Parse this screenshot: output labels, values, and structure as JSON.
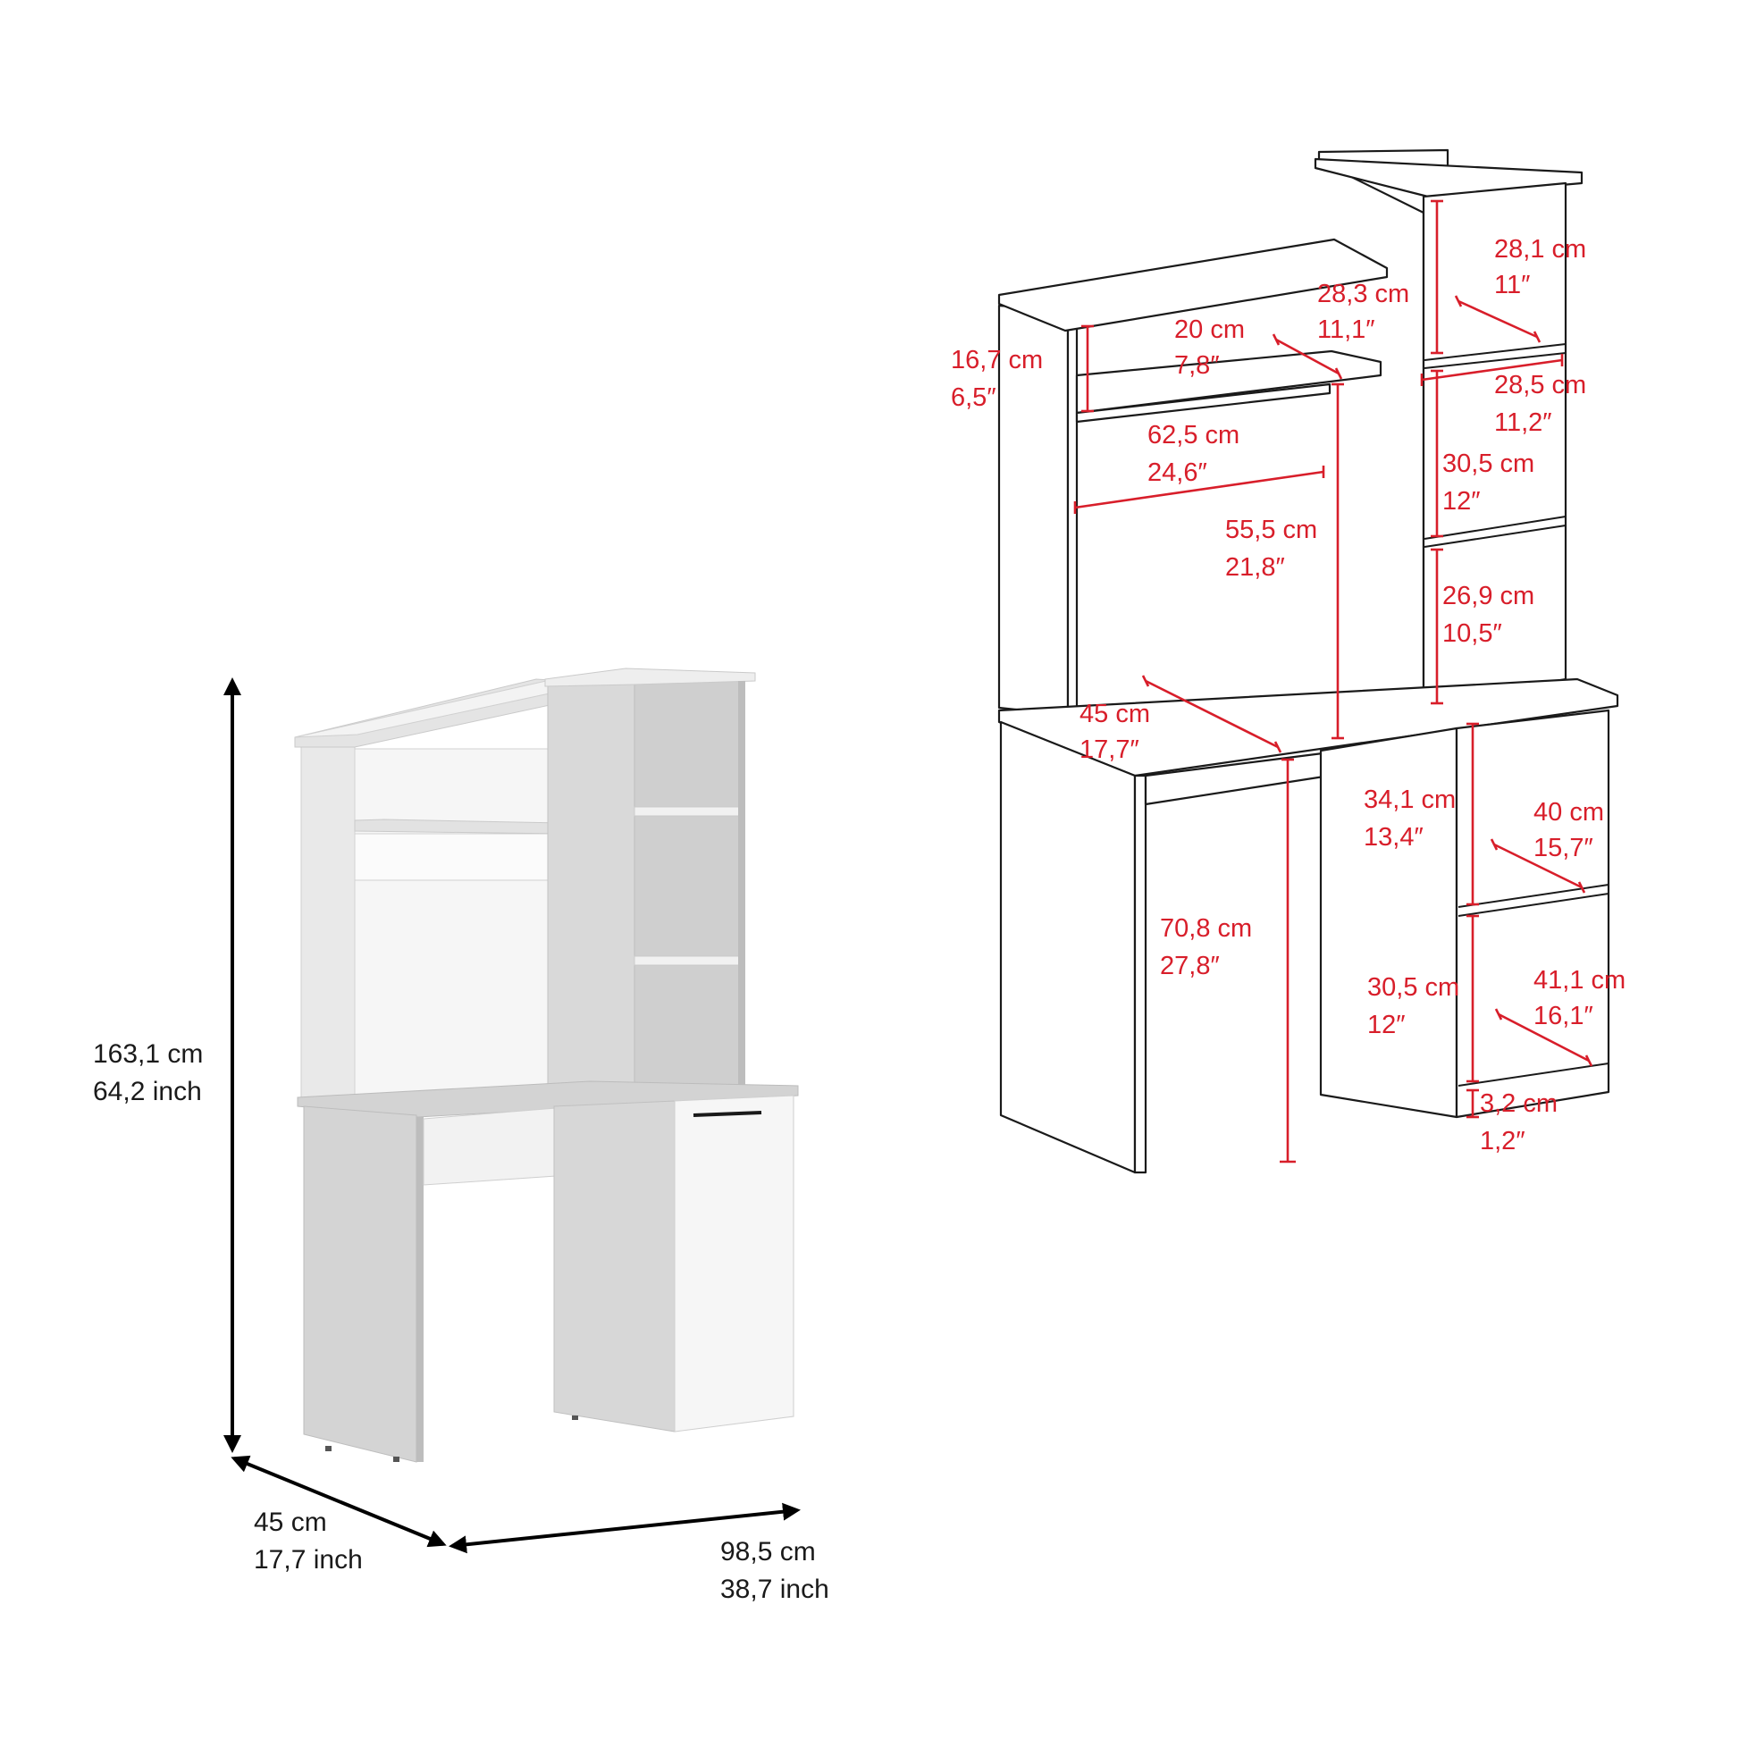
{
  "colors": {
    "dimension": "#d81e2a",
    "overall": "#000000",
    "desk_light": "#f4f4f4",
    "desk_mid": "#dcdcdc",
    "desk_dark": "#c4c4c4"
  },
  "overall": {
    "height": {
      "cm": "163,1 cm",
      "in": "64,2 inch"
    },
    "depth": {
      "cm": "45 cm",
      "in": "17,7 inch"
    },
    "width": {
      "cm": "98,5 cm",
      "in": "38,7 inch"
    }
  },
  "dims": {
    "top_shelf_height": {
      "cm": "16,7 cm",
      "in": "6,5″"
    },
    "top_shelf_depth": {
      "cm": "20 cm",
      "in": "7,8″"
    },
    "hutch_opening_width": {
      "cm": "62,5 cm",
      "in": "24,6″"
    },
    "hutch_opening_height": {
      "cm": "55,5 cm",
      "in": "21,8″"
    },
    "tower_depth": {
      "cm": "28,3 cm",
      "in": "11,1″"
    },
    "tower_top_compartment": {
      "cm": "28,1 cm",
      "in": "11″"
    },
    "tower_width": {
      "cm": "28,5 cm",
      "in": "11,2″"
    },
    "tower_mid_compartment": {
      "cm": "30,5 cm",
      "in": "12″"
    },
    "tower_bottom_compartment": {
      "cm": "26,9 cm",
      "in": "10,5″"
    },
    "desk_depth": {
      "cm": "45 cm",
      "in": "17,7″"
    },
    "desk_height": {
      "cm": "70,8 cm",
      "in": "27,8″"
    },
    "cabinet_upper_height": {
      "cm": "34,1 cm",
      "in": "13,4″"
    },
    "cabinet_upper_depth": {
      "cm": "40 cm",
      "in": "15,7″"
    },
    "cabinet_lower_height": {
      "cm": "30,5 cm",
      "in": "12″"
    },
    "cabinet_lower_depth": {
      "cm": "41,1 cm",
      "in": "16,1″"
    },
    "floor_clearance": {
      "cm": "3,2 cm",
      "in": "1,2″"
    }
  }
}
